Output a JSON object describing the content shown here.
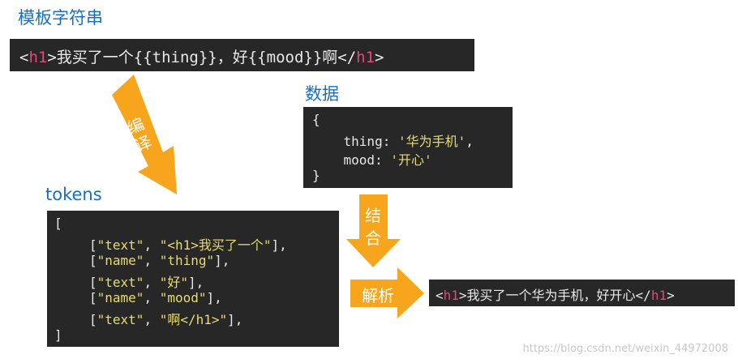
{
  "template": {
    "heading": "模板字符串",
    "open_lt": "<",
    "open_tag": "h1",
    "open_gt": ">",
    "text": "我买了一个{{thing}}，好{{mood}}啊</",
    "close_tag": "h1",
    "close_gt": ">"
  },
  "data_block": {
    "heading": "数据",
    "lines": [
      {
        "pre": "{",
        "str": "",
        "post": ""
      },
      {
        "pre": "    thing: ",
        "str": "'华为手机'",
        "post": ","
      },
      {
        "pre": "    mood: ",
        "str": "'开心'",
        "post": ""
      },
      {
        "pre": "}",
        "str": "",
        "post": ""
      }
    ]
  },
  "tokens_block": {
    "heading": "tokens",
    "open": "[",
    "rows": [
      {
        "a": "\"text\"",
        "b": "\"<h1>我买了一个\"",
        "end": "],"
      },
      {
        "a": "\"name\"",
        "b": "\"thing\"",
        "end": "],"
      },
      {
        "a": "\"text\"",
        "b": "\"好\"",
        "end": "],"
      },
      {
        "a": "\"name\"",
        "b": "\"mood\"",
        "end": "],"
      },
      {
        "a": "\"text\"",
        "b": "\"啊</h1>\"",
        "end": "],"
      }
    ],
    "close": "]"
  },
  "arrows": {
    "compile": "编译",
    "combine_top": "结",
    "combine_bottom": "合",
    "parse": "解析"
  },
  "result": {
    "open_lt": "<",
    "open_tag": "h1",
    "open_gt": ">",
    "text": "我买了一个华为手机，好开心</",
    "close_tag": "h1",
    "close_gt": ">"
  },
  "watermark": "https://blog.csdn.net/weixin_44972008",
  "colors": {
    "heading": "#1a6fc0",
    "code_bg": "#272727",
    "tag": "#e8457a",
    "string": "#e6db74",
    "arrow": "#f7a51c"
  }
}
